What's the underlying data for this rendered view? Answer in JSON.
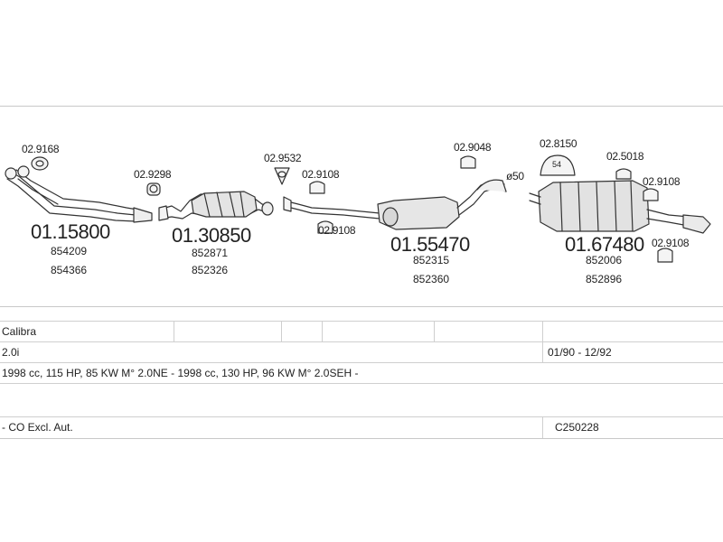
{
  "parts": [
    {
      "number": "01.15800",
      "refs": [
        "854209",
        "854366"
      ]
    },
    {
      "number": "01.30850",
      "refs": [
        "852871",
        "852326"
      ]
    },
    {
      "number": "01.55470",
      "refs": [
        "852315",
        "852360"
      ]
    },
    {
      "number": "01.67480",
      "refs": [
        "852006",
        "852896"
      ]
    }
  ],
  "accessories": {
    "a1": "02.9168",
    "a2": "02.9298",
    "a3": "02.9532",
    "a4": "02.9108",
    "a5": "02.9108",
    "a6": "02.9048",
    "a7": "02.8150",
    "a8": "02.5018",
    "a9": "02.9108",
    "a10": "02.9108"
  },
  "diameter_label": "ø50",
  "clamp_label": "54",
  "info": {
    "model": "Calibra",
    "engine": "2.0i",
    "years": "01/90 - 12/92",
    "specs": "1998 cc, 115 HP, 85 KW M° 2.0NE - 1998 cc, 130 HP, 96 KW M° 2.0SEH -",
    "notes": "- CO Excl. Aut.",
    "code": "C250228"
  }
}
